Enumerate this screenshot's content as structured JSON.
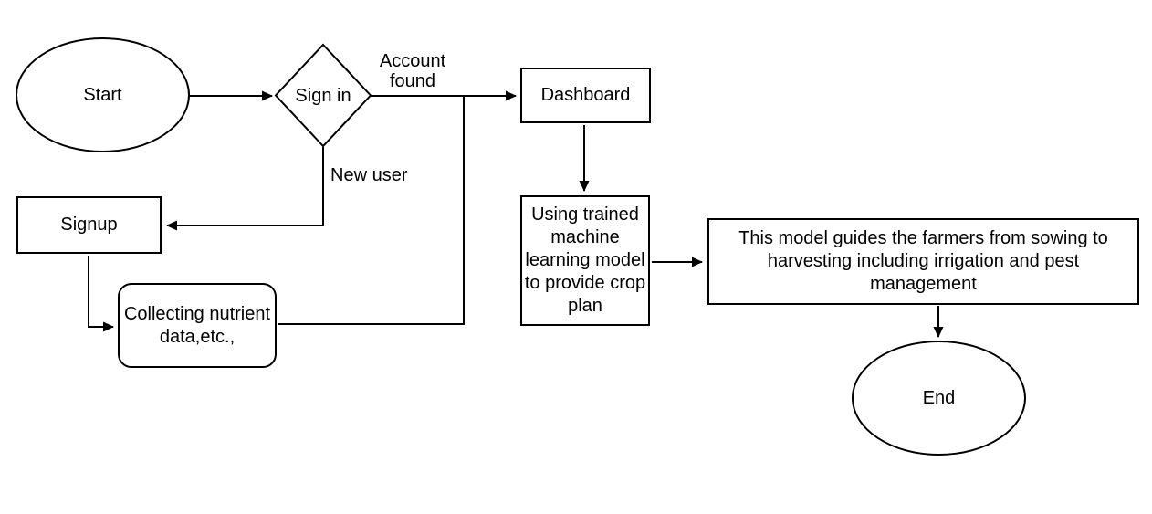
{
  "nodes": {
    "start": {
      "label": "Start",
      "shape": "ellipse"
    },
    "sign_in": {
      "label": "Sign in",
      "shape": "diamond"
    },
    "signup": {
      "label": "Signup",
      "shape": "rectangle"
    },
    "collect_data": {
      "label": "Collecting nutrient\ndata,etc.,",
      "shape": "rounded-rectangle"
    },
    "dashboard": {
      "label": "Dashboard",
      "shape": "rectangle"
    },
    "crop_plan_model": {
      "label": "Using trained\nmachine\nlearning model\nto provide crop\nplan",
      "shape": "rectangle"
    },
    "guidance": {
      "label": "This model guides the farmers from sowing to\nharvesting including irrigation and pest\nmanagement",
      "shape": "rectangle"
    },
    "end": {
      "label": "End",
      "shape": "ellipse"
    }
  },
  "edge_labels": {
    "account_found": "Account\nfound",
    "new_user": "New user"
  },
  "colors": {
    "stroke": "#000000",
    "text": "#000000",
    "background": "#ffffff"
  }
}
